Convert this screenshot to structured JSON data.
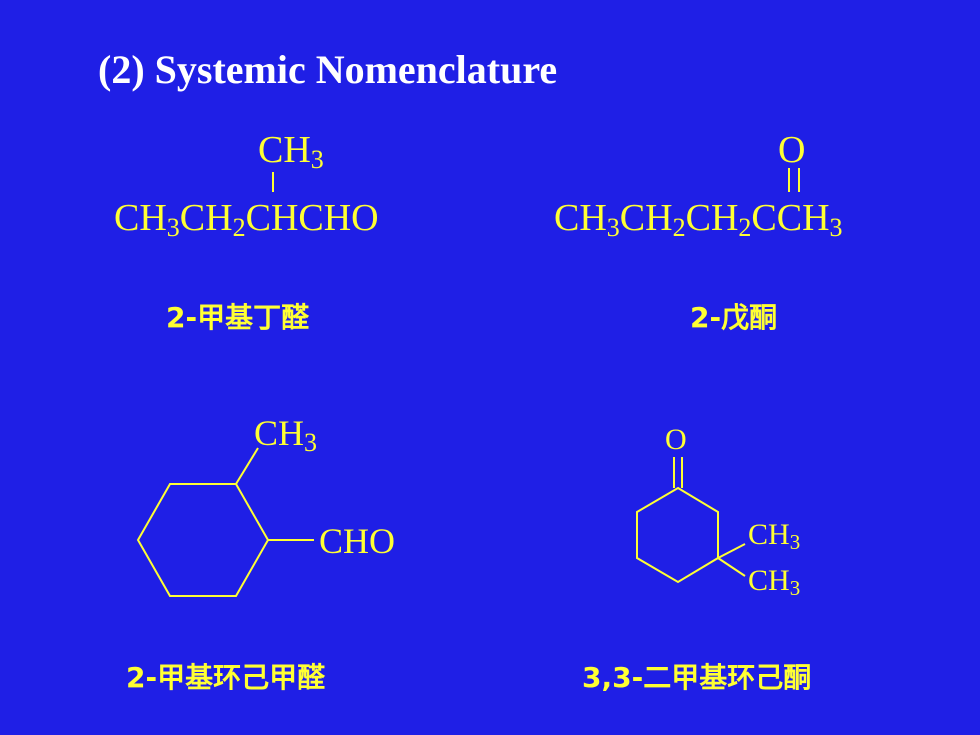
{
  "slide": {
    "title": "(2)  Systemic Nomenclature",
    "text_color": "#ffff33",
    "background": "#1f1fe6"
  },
  "molecules": [
    {
      "name": "2-甲基丁醛",
      "branch": {
        "atom": "CH",
        "sub": "3"
      },
      "chain": [
        {
          "atom": "CH",
          "sub": "3"
        },
        {
          "atom": "CH",
          "sub": "2"
        },
        {
          "atom": "CHCHO",
          "sub": ""
        }
      ]
    },
    {
      "name": "2-戊酮",
      "carbonyl_oxygen": "O",
      "chain": [
        {
          "atom": "CH",
          "sub": "3"
        },
        {
          "atom": "CH",
          "sub": "2"
        },
        {
          "atom": "CH",
          "sub": "2"
        },
        {
          "atom": "CCH",
          "sub": "3"
        }
      ]
    },
    {
      "name": "2-甲基环己甲醛",
      "substituent_1": {
        "atom": "CH",
        "sub": "3"
      },
      "substituent_2": {
        "atom": "CHO",
        "sub": ""
      }
    },
    {
      "name": "3,3-二甲基环己酮",
      "carbonyl_oxygen": "O",
      "substituent_1": {
        "atom": "CH",
        "sub": "3"
      },
      "substituent_2": {
        "atom": "CH",
        "sub": "3"
      }
    }
  ]
}
